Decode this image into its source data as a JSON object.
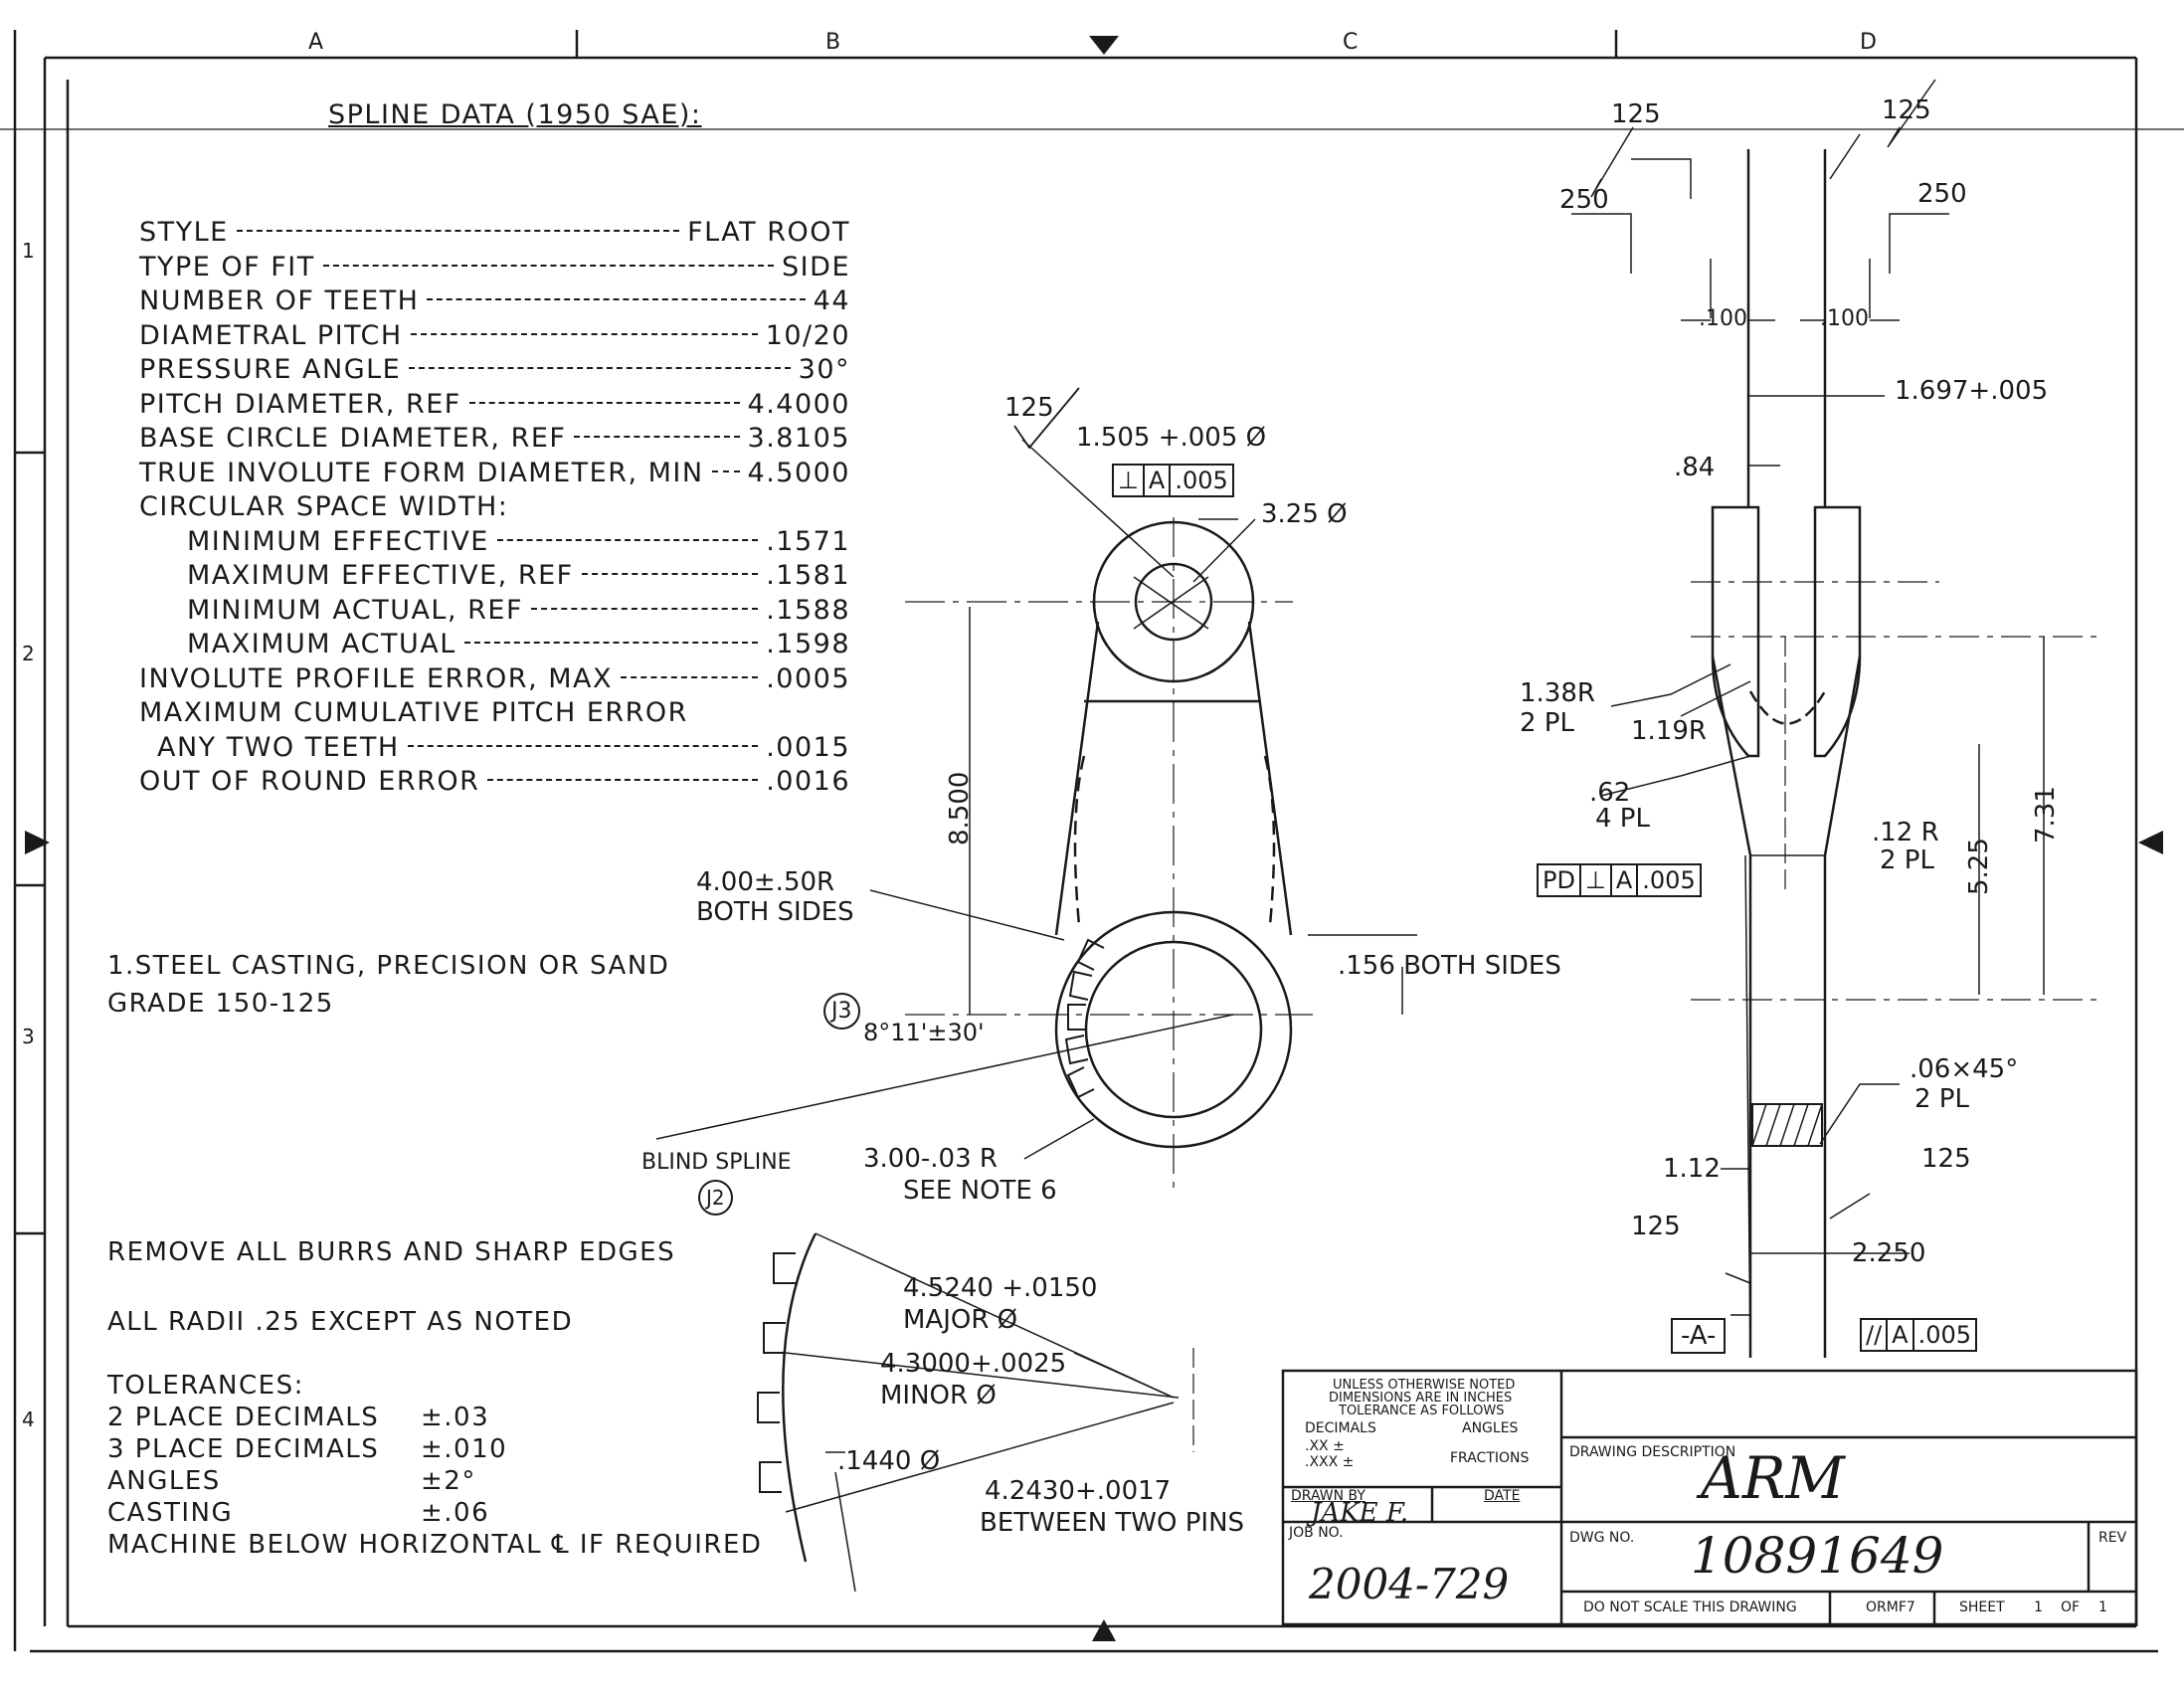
{
  "zones": {
    "cols": [
      "A",
      "B",
      "C",
      "D"
    ],
    "rows": [
      "1",
      "2",
      "3",
      "4"
    ]
  },
  "spline": {
    "heading": "SPLINE DATA (1950 SAE):",
    "rows": [
      {
        "label": "STYLE",
        "value": "FLAT ROOT"
      },
      {
        "label": "TYPE OF FIT",
        "value": "SIDE"
      },
      {
        "label": "NUMBER OF TEETH",
        "value": "44"
      },
      {
        "label": "DIAMETRAL PITCH",
        "value": "10/20"
      },
      {
        "label": "PRESSURE ANGLE",
        "value": "30°"
      },
      {
        "label": "PITCH DIAMETER, REF",
        "value": "4.4000"
      },
      {
        "label": "BASE CIRCLE DIAMETER, REF",
        "value": "3.8105"
      },
      {
        "label": "TRUE INVOLUTE FORM DIAMETER, MIN",
        "value": "4.5000"
      },
      {
        "label": "CIRCULAR SPACE WIDTH:",
        "value": ""
      },
      {
        "label": "MINIMUM EFFECTIVE",
        "value": ".1571"
      },
      {
        "label": "MAXIMUM EFFECTIVE, REF",
        "value": ".1581"
      },
      {
        "label": "MINIMUM ACTUAL, REF",
        "value": ".1588"
      },
      {
        "label": "MAXIMUM ACTUAL",
        "value": ".1598"
      },
      {
        "label": "INVOLUTE PROFILE ERROR, MAX",
        "value": ".0005"
      },
      {
        "label": "MAXIMUM CUMULATIVE PITCH ERROR",
        "value": ""
      },
      {
        "label": "ANY TWO TEETH",
        "value": ".0015"
      },
      {
        "label": "OUT OF ROUND ERROR",
        "value": ".0016"
      }
    ]
  },
  "notes": {
    "n1a": "1.STEEL CASTING, PRECISION OR SAND",
    "n1b": "GRADE 150-125",
    "burrs": "REMOVE ALL BURRS AND SHARP EDGES",
    "radii": "ALL RADII .25 EXCEPT AS NOTED",
    "tol_head": "TOLERANCES:",
    "tol": [
      {
        "label": "2 PLACE DECIMALS",
        "value": "±.03"
      },
      {
        "label": "3 PLACE DECIMALS",
        "value": "±.010"
      },
      {
        "label": "ANGLES",
        "value": "±2°"
      },
      {
        "label": "CASTING",
        "value": "±.06"
      }
    ],
    "machine": "MACHINE BELOW HORIZONTAL ℄ IF REQUIRED"
  },
  "front": {
    "finish_125": "125",
    "bore_dim": "1.505 +.005 Ø",
    "fcf_perp": [
      "⊥",
      "A",
      ".005"
    ],
    "boss_dia": "3.25 Ø",
    "center_dist": "8.500",
    "radius_a": "4.00±.50R",
    "radius_b": "BOTH SIDES",
    "thick_a": ".156 BOTH SIDES",
    "ref_j3": "J3",
    "angle": "8°11'±30'",
    "blind_spline": "BLIND SPLINE",
    "ref_j2": "J2",
    "hub_radius": "3.00-.03 R",
    "see_note": "SEE NOTE 6"
  },
  "detail": {
    "major_a": "4.5240 +.0150",
    "major_b": "MAJOR Ø",
    "minor_a": "4.3000+.0025",
    "minor_b": "MINOR Ø",
    "pin": ".1440 Ø",
    "pins_a": "4.2430+.0017",
    "pins_b": "BETWEEN TWO PINS"
  },
  "side": {
    "f125_l": "125",
    "f125_r": "125",
    "f250_l": "250",
    "f250_r": "250",
    "w100_l": ".100",
    "w100_r": ".100",
    "slot": "1.697+.005",
    "d84": ".84",
    "r138": "1.38R",
    "pl2": "2 PL",
    "r119": "1.19R",
    "d62": ".62",
    "pl4": "4 PL",
    "r12": ".12 R",
    "pl2b": "2 PL",
    "d525": "5.25",
    "d731": "7.31",
    "fcf_pd": [
      "PD",
      "⊥",
      "A",
      ".005"
    ],
    "chamfer": ".06×45°",
    "pl2c": "2 PL",
    "d112": "1.12",
    "f125_lb": "125",
    "f125_rb": "125",
    "d2250": "2.250",
    "datum_a": "-A-",
    "fcf_par": [
      "//",
      "A",
      ".005"
    ]
  },
  "titleblock": {
    "unless1": "UNLESS OTHERWISE NOTED",
    "unless2": "DIMENSIONS ARE IN INCHES",
    "unless3": "TOLERANCE AS FOLLOWS",
    "decimals": "DECIMALS",
    "angles": "ANGLES",
    "xx": ".XX ±",
    "xxx": ".XXX ±",
    "fractions": "FRACTIONS",
    "drawn_by": "DRAWN BY",
    "date": "DATE",
    "drawn_name": "JAKE F.",
    "job_label": "JOB NO.",
    "job_no": "2004-729",
    "desc_label": "DRAWING DESCRIPTION",
    "desc": "ARM",
    "dwg_label": "DWG NO.",
    "dwg_no": "10891649",
    "rev": "REV",
    "do_not_scale": "DO NOT SCALE THIS DRAWING",
    "form": "ORMF7",
    "sheet_label": "SHEET",
    "sheet_no": "1",
    "of_label": "OF",
    "of_no": "1"
  }
}
